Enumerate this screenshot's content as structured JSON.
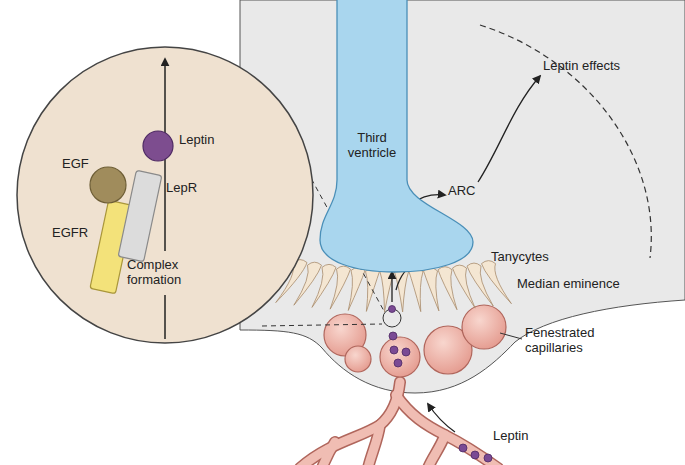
{
  "diagram": {
    "nodes": [
      {
        "text": [
          "Complex formation"
        ]
      },
      {
        "text": [
          "EGF"
        ],
        "in": 0
      },
      {
        "text": [
          "Leptin"
        ],
        "in": 0
      },
      {
        "text": [
          "LepR"
        ],
        "in": 0
      },
      {
        "text": [
          "EGFR"
        ],
        "in": 0
      },
      {
        "text": [
          "Third ventricle"
        ]
      }
    ],
    "labels": [
      "Leptin effects",
      "ARC",
      "Tanycytes",
      "Median eminence",
      "Fenestrated capillaries",
      "Leptin"
    ]
  }
}
